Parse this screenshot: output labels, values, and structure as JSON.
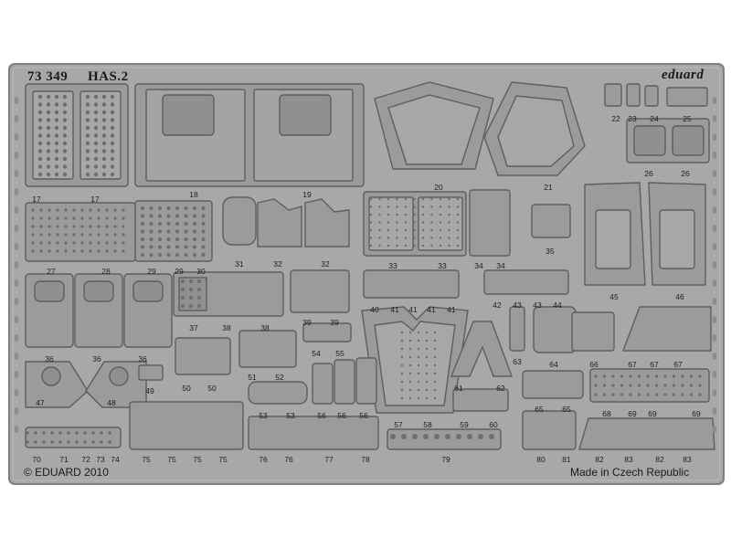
{
  "set_number": "73 349",
  "title": "HAS.2",
  "brand": "eduard",
  "copyright": "© EDUARD 2010",
  "origin": "Made in Czech Republic",
  "colors": {
    "background": "#ffffff",
    "fret": "#a7a8a9",
    "part": "#9a9b9c",
    "edge": "#5d5e60",
    "label": "#1d1d1d"
  },
  "part_numbers": [
    "17",
    "17",
    "18",
    "19",
    "20",
    "21",
    "22",
    "23",
    "24",
    "25",
    "26",
    "26",
    "27",
    "28",
    "29",
    "29",
    "30",
    "31",
    "32",
    "32",
    "33",
    "33",
    "34",
    "34",
    "35",
    "36",
    "36",
    "36",
    "37",
    "38",
    "38",
    "39",
    "39",
    "40",
    "41",
    "41",
    "41",
    "41",
    "42",
    "43",
    "43",
    "44",
    "45",
    "46",
    "47",
    "48",
    "49",
    "50",
    "50",
    "51",
    "52",
    "53",
    "53",
    "54",
    "55",
    "56",
    "56",
    "56",
    "57",
    "58",
    "59",
    "60",
    "61",
    "62",
    "63",
    "64",
    "65",
    "65",
    "66",
    "67",
    "67",
    "67",
    "68",
    "69",
    "69",
    "69",
    "70",
    "71",
    "72",
    "73",
    "74",
    "75",
    "75",
    "75",
    "75",
    "76",
    "76",
    "77",
    "78",
    "79",
    "80",
    "81",
    "82",
    "83",
    "82",
    "83"
  ]
}
